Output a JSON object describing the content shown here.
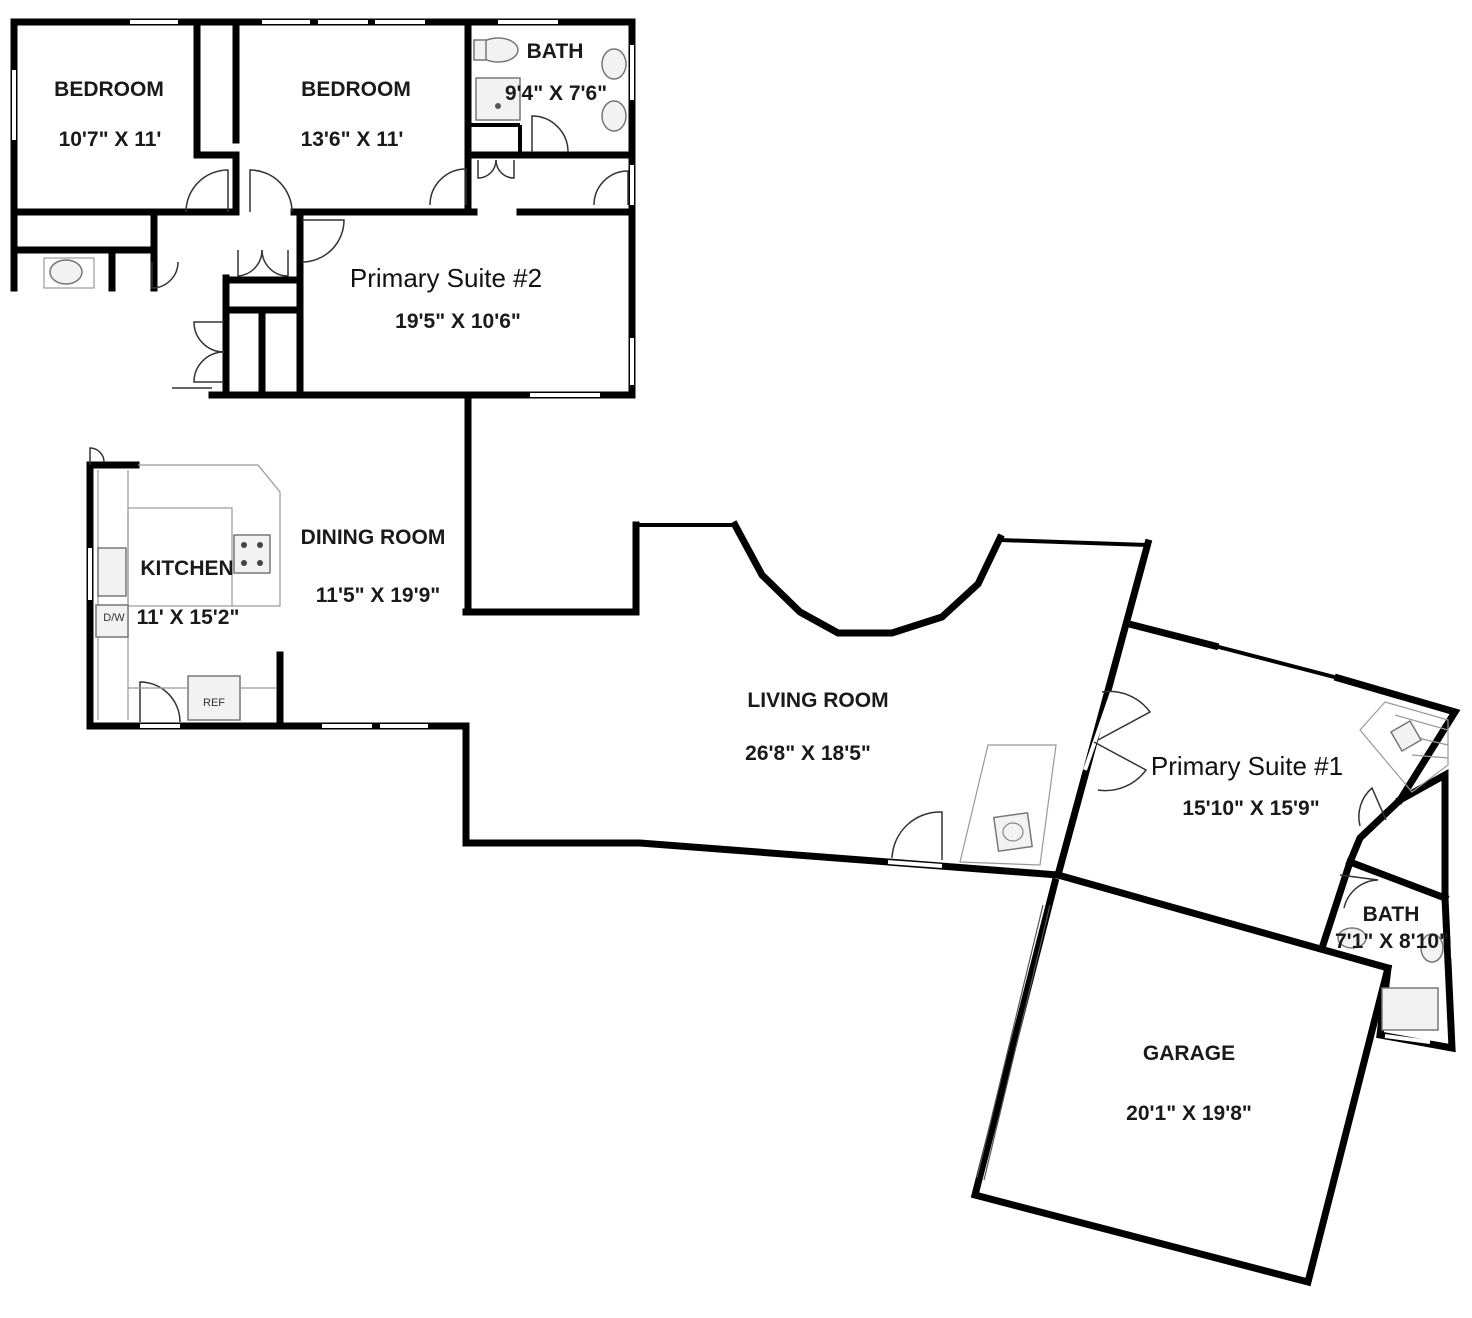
{
  "rooms": {
    "bedroom_1": {
      "name": "BEDROOM",
      "dims": "10'7\" X 11'"
    },
    "bedroom_2": {
      "name": "BEDROOM",
      "dims": "13'6\" X 11'"
    },
    "bath_1": {
      "name": "BATH",
      "dims": "9'4\" X 7'6\""
    },
    "primary_suite_2": {
      "name": "Primary Suite #2",
      "dims": "19'5\" X 10'6\""
    },
    "kitchen": {
      "name": "KITCHEN",
      "dims": "11' X 15'2\""
    },
    "dining_room": {
      "name": "DINING ROOM",
      "dims": "11'5\" X 19'9\""
    },
    "living_room": {
      "name": "LIVING ROOM",
      "dims": "26'8\" X 18'5\""
    },
    "primary_suite_1": {
      "name": "Primary Suite #1",
      "dims": "15'10\" X 15'9\""
    },
    "bath_2": {
      "name": "BATH",
      "dims": "7'1\" X 8'10\""
    },
    "garage": {
      "name": "GARAGE",
      "dims": "20'1\" X 19'8\""
    }
  },
  "appliances": {
    "dishwasher": "D/W",
    "refrigerator": "REF"
  }
}
